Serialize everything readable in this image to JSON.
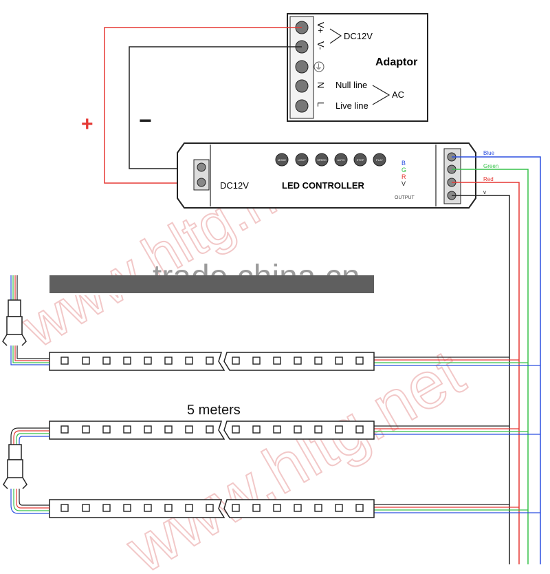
{
  "adaptor": {
    "title": "Adaptor",
    "terminals": [
      "V+",
      "V-",
      "⏚",
      "N",
      "L"
    ],
    "dc_label": "DC12V",
    "null_line": "Null line",
    "live_line": "Live line",
    "ac_label": "AC"
  },
  "controller": {
    "title": "LED CONTROLLER",
    "input_label": "DC12V",
    "output_label": "OUTPUT",
    "buttons": [
      "MODE",
      "LIGHT",
      "SPEED",
      "AUTO",
      "STOP",
      "PLAY"
    ],
    "rgb_letters": [
      "B",
      "G",
      "R",
      "V"
    ]
  },
  "wire_labels": [
    "Blue",
    "Green",
    "Red",
    "v"
  ],
  "polarity": {
    "plus": "+",
    "minus": "−"
  },
  "strip_label": "5 meters",
  "watermarks": [
    "www.hltg.net",
    "www.hltg.net",
    "trade.china.cn"
  ],
  "colors": {
    "red": "#e53935",
    "green": "#36c24a",
    "blue": "#2b4fe0",
    "black": "#222222"
  }
}
